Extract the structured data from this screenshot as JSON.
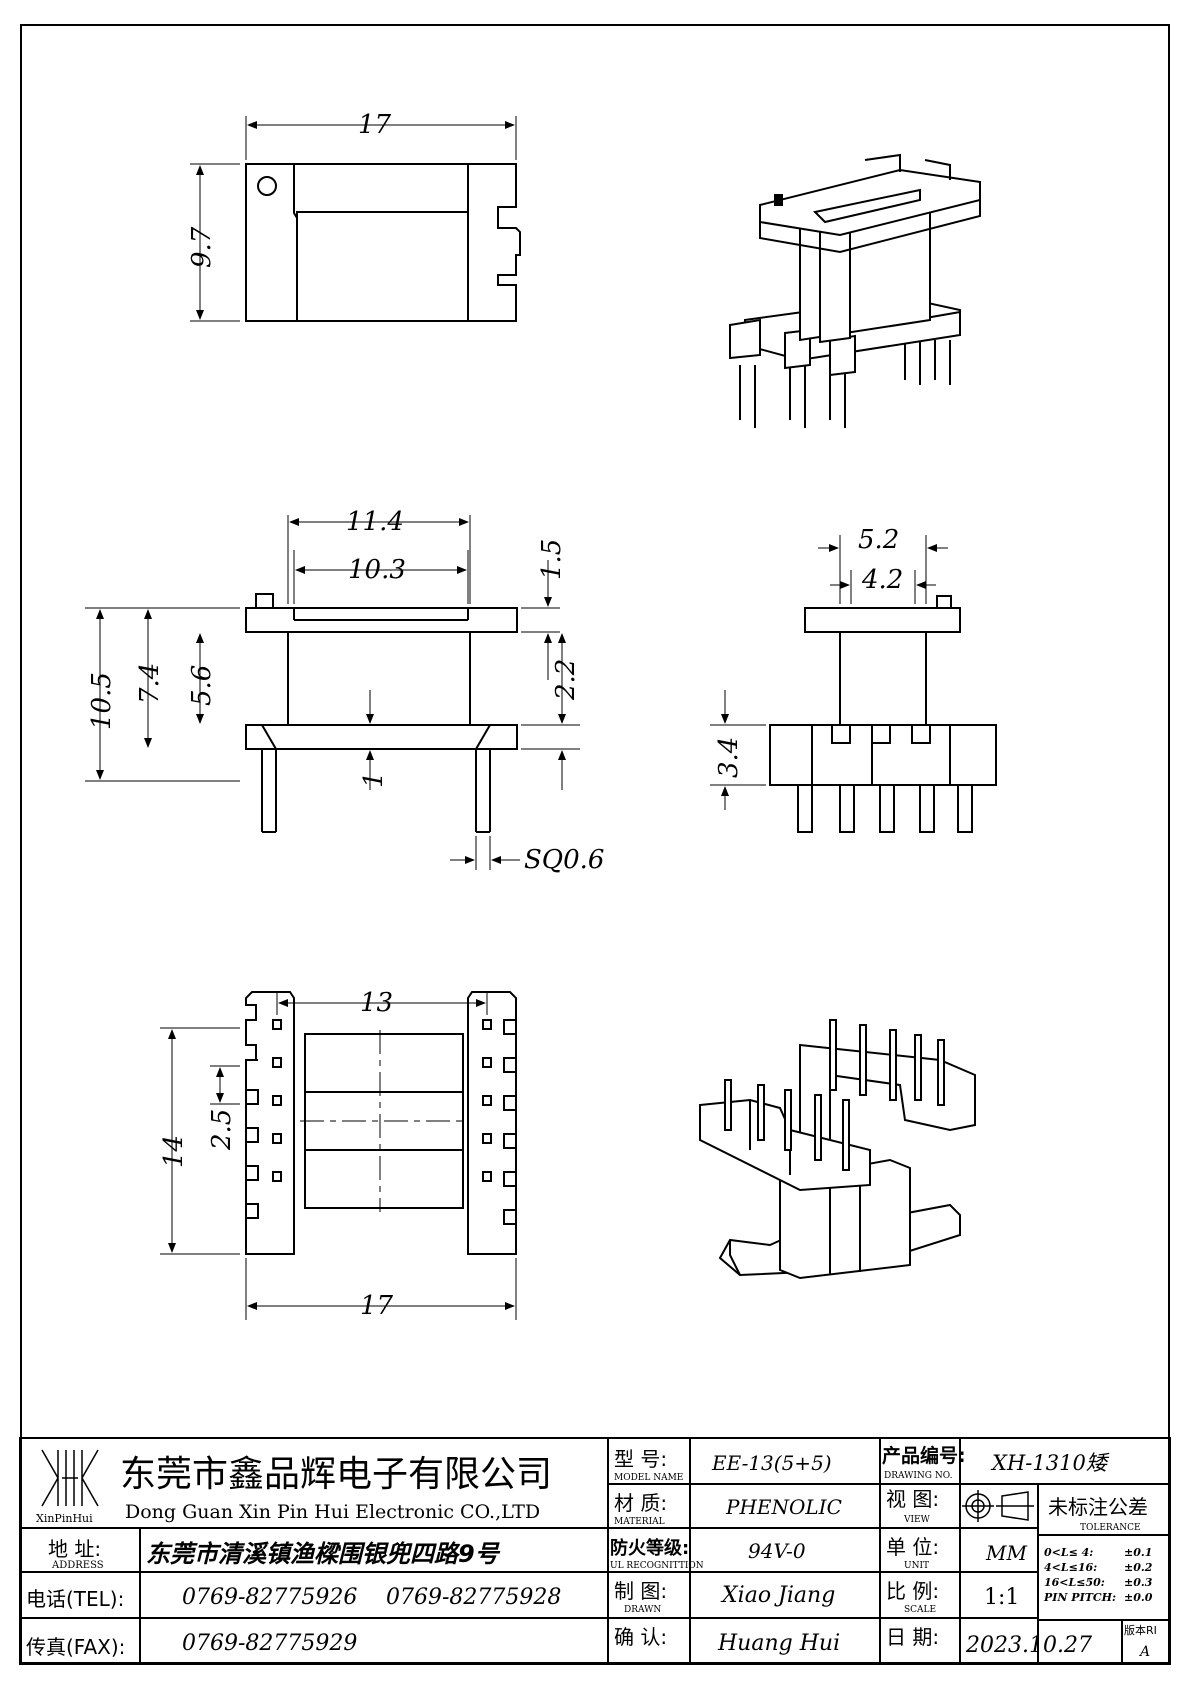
{
  "dimensions": {
    "top_width": "17",
    "top_height": "9.7",
    "front_outer_width": "11.4",
    "front_inner_width": "10.3",
    "flange_thickness": "1.5",
    "total_height": "10.5",
    "window_outer_height": "7.4",
    "window_inner_height": "5.6",
    "wall_step": "2.2",
    "standoff": "1",
    "pin_size": "SQ0.6",
    "side_outer_width": "5.2",
    "side_inner_width": "4.2",
    "pin_length": "3.4",
    "bottom_pin_span": "13",
    "bottom_total_height": "14",
    "pin_pitch": "2.5",
    "bottom_width": "17"
  },
  "title_block": {
    "logo_text": "XinPinHui",
    "company_cn": "东莞市鑫品辉电子有限公司",
    "company_en": "Dong Guan Xin Pin Hui Electronic CO.,LTD",
    "address_label": "地  址:",
    "address_label_en": "ADDRESS",
    "address_value": "东莞市清溪镇渔樑围银兜四路9号",
    "tel_label": "电话(TEL):",
    "tel_1": "0769-82775926",
    "tel_2": "0769-82775928",
    "fax_label": "传真(FAX):",
    "fax_value": "0769-82775929",
    "model_label": "型  号:",
    "model_label_en": "MODEL NAME",
    "model_value": "EE-13(5+5)",
    "material_label": "材  质:",
    "material_label_en": "MATERIAL",
    "material_value": "PHENOLIC",
    "ul_label": "防火等级:",
    "ul_label_en": "UL RECOGNITTION",
    "ul_value": "94V-0",
    "drawn_label": "制  图:",
    "drawn_label_en": "DRAWN",
    "drawn_value": "Xiao Jiang",
    "check_label": "确  认:",
    "check_value": "Huang Hui",
    "product_no_label": "产品编号:",
    "product_no_label_en": "DRAWING NO.",
    "product_no_value": "XH-1310矮",
    "view_label": "视  图:",
    "view_label_en": "VIEW",
    "unit_label": "单  位:",
    "unit_label_en": "UNIT",
    "unit_value": "MM",
    "scale_label": "比  例:",
    "scale_label_en": "SCALE",
    "scale_value": "1:1",
    "date_label": "日  期:",
    "date_value": "2023.10.27",
    "tolerance_title": "未标注公差",
    "tolerance_title_en": "TOLERANCE",
    "tol_1_range": "0<L≤ 4:",
    "tol_1_value": "±0.1",
    "tol_2_range": "4<L≤16:",
    "tol_2_value": "±0.2",
    "tol_3_range": "16<L≤50:",
    "tol_3_value": "±0.3",
    "tol_4_range": "PIN PITCH:",
    "tol_4_value": "±0.0",
    "version_label": "版本RI",
    "version_value": "A"
  }
}
